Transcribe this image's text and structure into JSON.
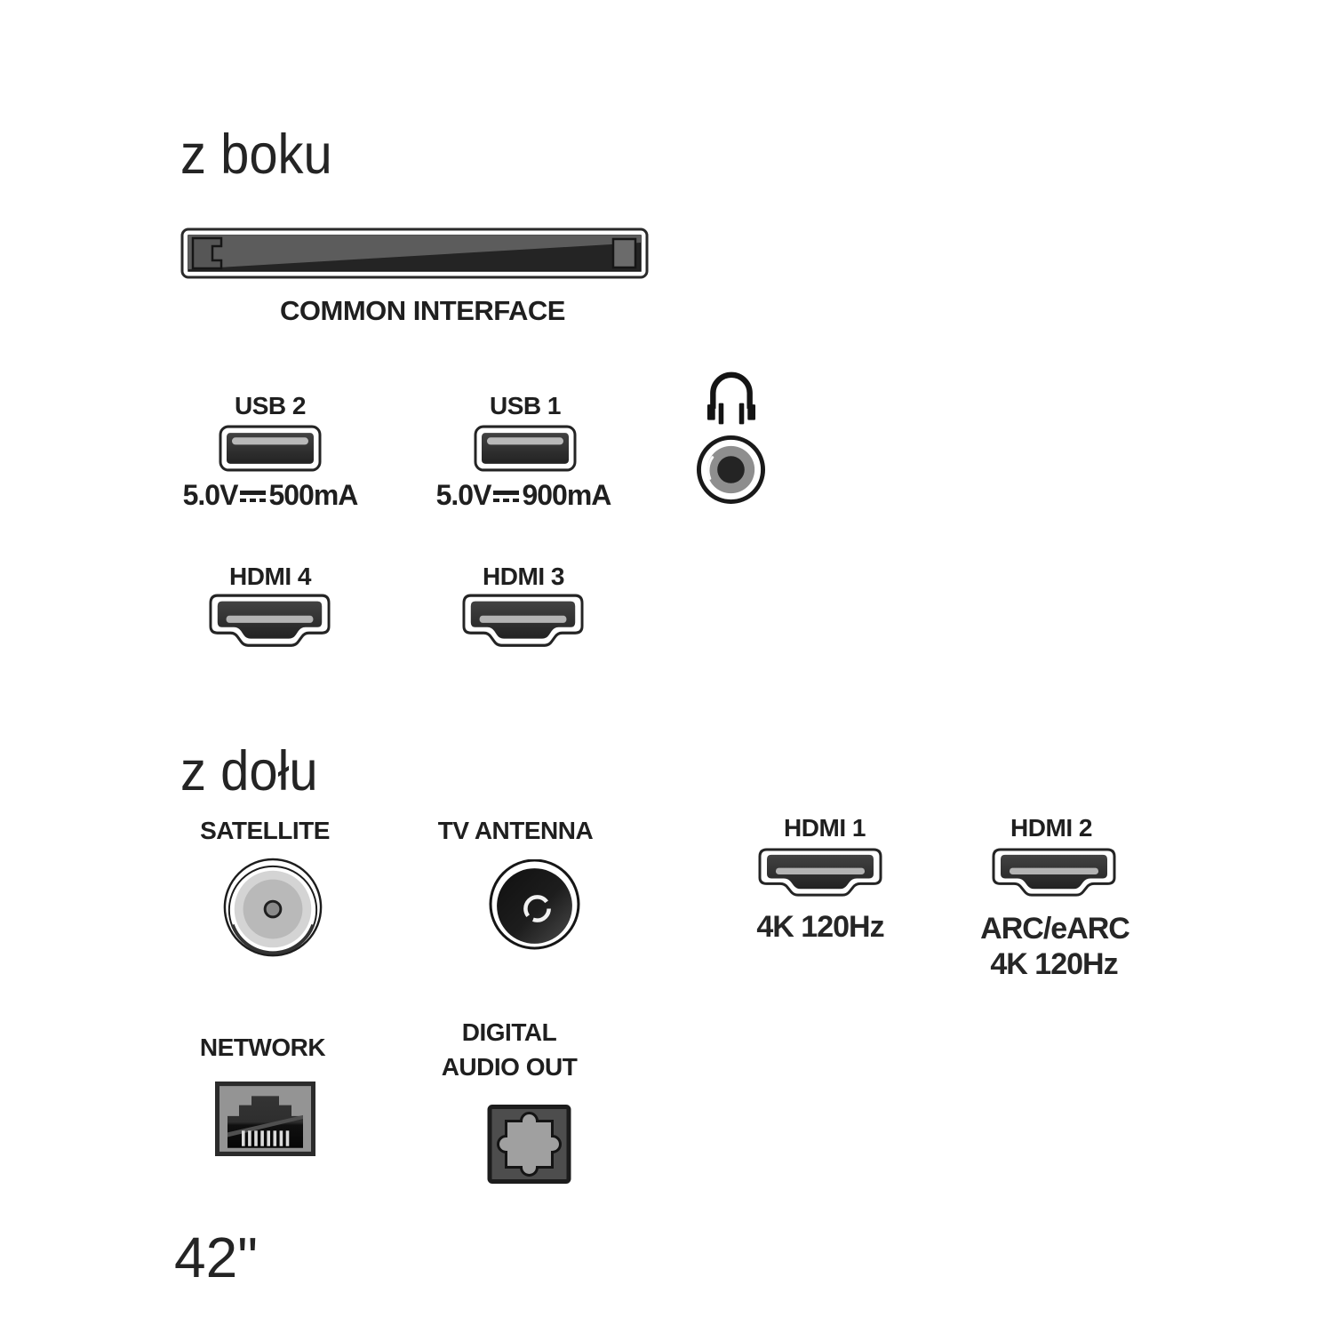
{
  "colors": {
    "text": "#1f1f1f",
    "port_dark_fill": "#2e2e2e",
    "port_contact_bar": "#b9b9b9",
    "port_outline": "#242424",
    "background": "#ffffff"
  },
  "side_panel": {
    "heading": "z boku",
    "common_interface_label": "COMMON INTERFACE",
    "usb2_label": "USB 2",
    "usb2_voltage": "5.0V",
    "usb2_current": "500mA",
    "usb1_label": "USB 1",
    "usb1_voltage": "5.0V",
    "usb1_current": "900mA",
    "hdmi4_label": "HDMI 4",
    "hdmi3_label": "HDMI 3"
  },
  "bottom_panel": {
    "heading": "z dołu",
    "satellite_label": "SATELLITE",
    "tv_antenna_label": "TV ANTENNA",
    "hdmi1_label": "HDMI 1",
    "hdmi1_spec": "4K 120Hz",
    "hdmi2_label": "HDMI 2",
    "hdmi2_arc": "ARC/eARC",
    "hdmi2_spec": "4K 120Hz",
    "network_label": "NETWORK",
    "digital_audio_line1": "DIGITAL",
    "digital_audio_line2": "AUDIO OUT"
  },
  "screen_size": "42\""
}
